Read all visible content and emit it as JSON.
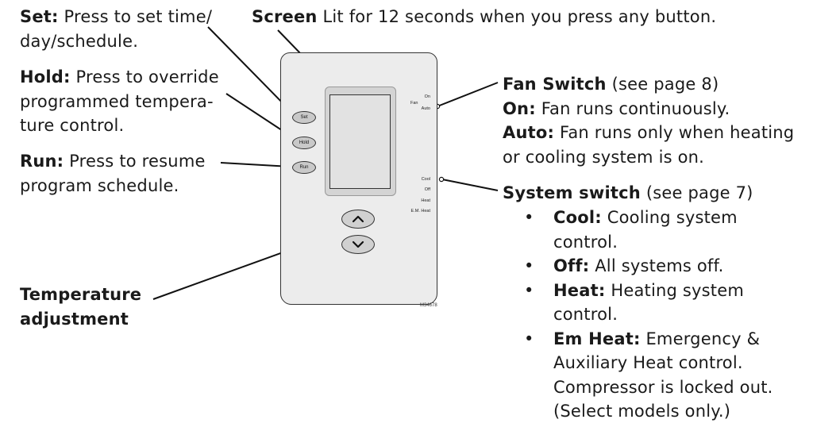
{
  "labels": {
    "set": {
      "title": "Set:",
      "text": "Press to set time/ day/schedule."
    },
    "screen": {
      "title": "Screen",
      "text": "Lit for 12 seconds when you press any button."
    },
    "hold": {
      "title": "Hold:",
      "text": "Press to override programmed tempera- ture control."
    },
    "run": {
      "title": "Run:",
      "text": "Press to resume program schedule."
    },
    "temperature": {
      "title_line1": "Temperature",
      "title_line2": "adjustment"
    },
    "fan": {
      "title": "Fan Switch",
      "ref": "(see page 8)",
      "on_title": "On:",
      "on_text": "Fan runs continuously.",
      "auto_title": "Auto:",
      "auto_text": "Fan runs only when heating or cooling system is on."
    },
    "system": {
      "title": "System switch",
      "ref": "(see page 7)",
      "items": [
        {
          "title": "Cool:",
          "text": "Cooling system control."
        },
        {
          "title": "Off:",
          "text": "All systems off."
        },
        {
          "title": "Heat:",
          "text": "Heating system control."
        },
        {
          "title": "Em Heat:",
          "text": "Emergency & Auxiliary Heat control. Compressor is locked out. (Select models only.)"
        }
      ]
    }
  },
  "device": {
    "buttons": {
      "set": "Set",
      "hold": "Hold",
      "run": "Run"
    },
    "fan_switch": {
      "label": "Fan",
      "on": "On",
      "auto": "Auto"
    },
    "system_switch": {
      "cool": "Cool",
      "off": "Off",
      "heat": "Heat",
      "em_heat": "E.M. Heat"
    },
    "up_icon": "chevron-up-icon",
    "down_icon": "chevron-down-icon",
    "model_number": "M34678"
  },
  "bullet": "•"
}
